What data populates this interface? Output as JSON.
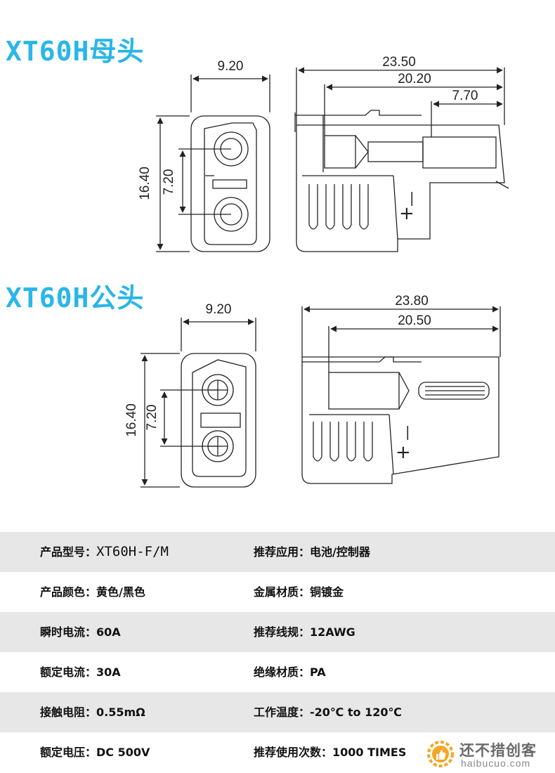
{
  "sections": [
    {
      "title": "XT60H母头",
      "dims": {
        "width": "9.20",
        "height": "16.40",
        "pitch": "7.20",
        "length": "23.50",
        "length2": "20.20",
        "pin": "7.70"
      },
      "mark_minus": "—",
      "mark_plus": "+"
    },
    {
      "title": "XT60H公头",
      "dims": {
        "width": "9.20",
        "height": "16.40",
        "pitch": "7.20",
        "length": "23.80",
        "length2": "20.50"
      },
      "mark_minus": "—",
      "mark_plus": "+"
    }
  ],
  "specs": [
    {
      "left": {
        "label": "产品型号：",
        "value": "XT60H-F/M"
      },
      "right": {
        "label": "推荐应用：",
        "value": "电池/控制器"
      }
    },
    {
      "left": {
        "label": "产品颜色：",
        "value": "黄色/黑色"
      },
      "right": {
        "label": "金属材质：",
        "value": "铜镀金"
      }
    },
    {
      "left": {
        "label": "瞬时电流：",
        "value": "60A"
      },
      "right": {
        "label": "推荐线规：",
        "value": "12AWG"
      }
    },
    {
      "left": {
        "label": "额定电流：",
        "value": "30A"
      },
      "right": {
        "label": "绝缘材质：",
        "value": "PA"
      }
    },
    {
      "left": {
        "label": "接触电阻：",
        "value": "0.55mΩ"
      },
      "right": {
        "label": "工作温度：",
        "value": "-20℃ to 120℃"
      }
    },
    {
      "left": {
        "label": "额定电压：",
        "value": "DC 500V"
      },
      "right": {
        "label": "推荐使用次数：",
        "value": "1000 TIMES"
      }
    }
  ],
  "watermark": {
    "name": "还不措创客",
    "url": "haibucuo.com",
    "icon": "thumbs-up-gear-icon"
  },
  "colors": {
    "title": "#29b6e8",
    "row_shade": "#e7e7e7",
    "line": "#222222",
    "watermark_gear": "#f5a623"
  }
}
